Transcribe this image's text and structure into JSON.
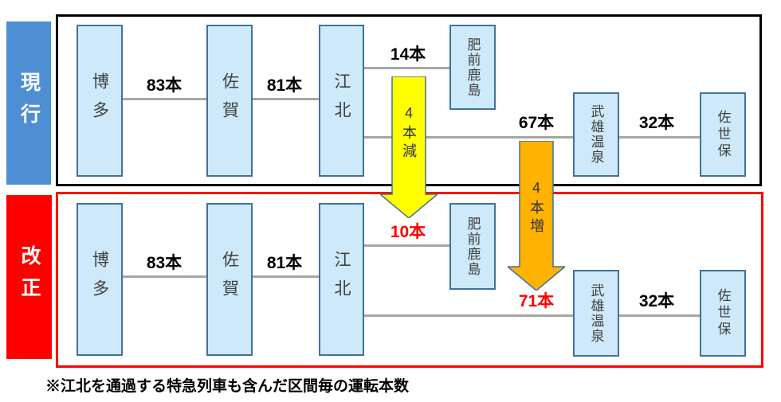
{
  "legend": {
    "current": "現行",
    "revised": "改正"
  },
  "stations": {
    "hakata": "博多",
    "saga": "佐賀",
    "kohoku": "江北",
    "hizen_kashima": "肥前鹿島",
    "takeo_onsen": "武雄温泉",
    "sasebo": "佐世保"
  },
  "current": {
    "hakata_saga": "83本",
    "saga_kohoku": "81本",
    "kohoku_hizen_kashima": "14本",
    "kohoku_takeo_onsen": "67本",
    "takeo_onsen_sasebo": "32本"
  },
  "revised": {
    "hakata_saga": "83本",
    "saga_kohoku": "81本",
    "kohoku_hizen_kashima": "10本",
    "kohoku_takeo_onsen": "71本",
    "takeo_onsen_sasebo": "32本"
  },
  "changes": {
    "decrease": "4本減",
    "increase": "4本増"
  },
  "footnote": "※江北を通過する特急列車も含んだ区間毎の運転本数",
  "colors": {
    "current_label_bg": "#4D8FD2",
    "revised_label_bg": "#FF0000",
    "station_fill": "#CDE9FA",
    "station_border": "#41719C",
    "rail_gray": "#A6A6A6",
    "decrease_arrow": "#FFFF00",
    "increase_arrow": "#FFB300",
    "highlight_red": "#FF0000",
    "panel_current_border": "#000000",
    "panel_revised_border": "#FF0000"
  }
}
